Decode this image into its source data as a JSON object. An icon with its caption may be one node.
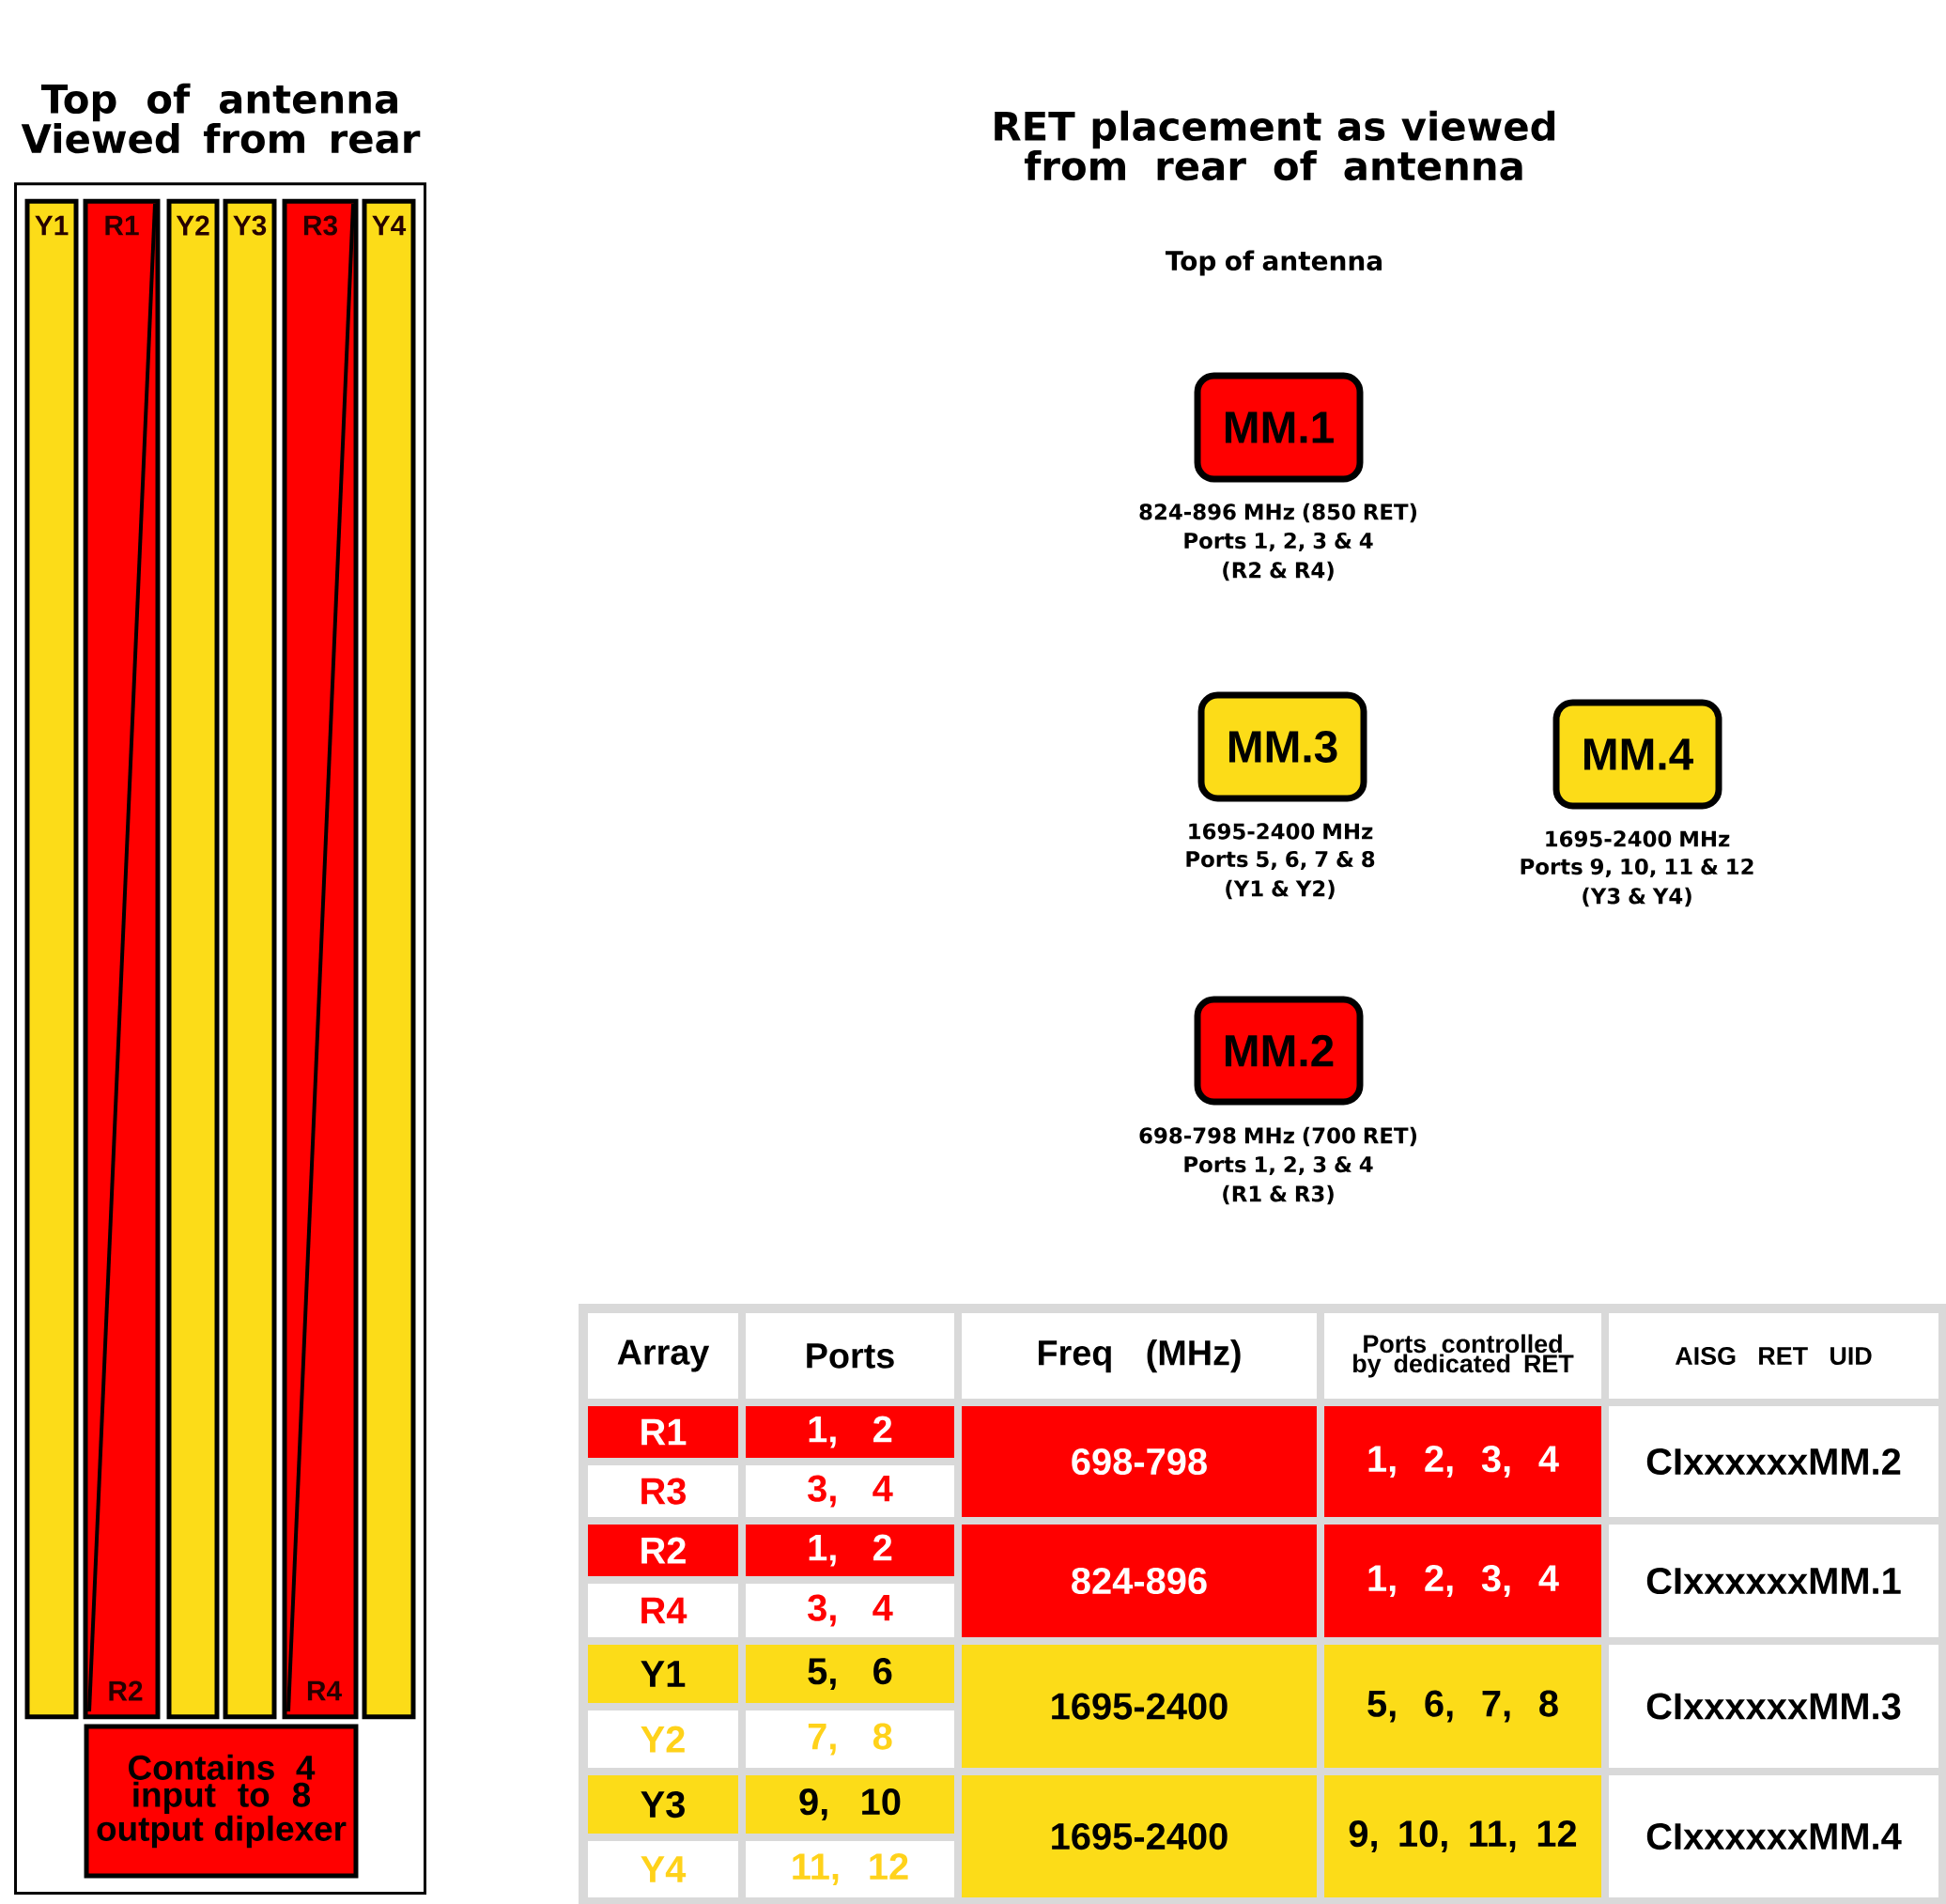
{
  "diagram": {
    "title": "RET placement as viewed from rear of antenna",
    "nodes": [
      {
        "text": [
          "Top of antenna Viewed from rear"
        ]
      },
      {
        "text": [
          "Y1"
        ],
        "in": 0
      },
      {
        "text": [
          "R1",
          "R2"
        ],
        "in": 0
      },
      {
        "text": [
          "Y2"
        ],
        "in": 0
      },
      {
        "text": [
          "Y3"
        ],
        "in": 0
      },
      {
        "text": [
          "R3",
          "R4"
        ],
        "in": 0
      },
      {
        "text": [
          "Y4"
        ],
        "in": 0
      },
      {
        "text": [
          "Contains 4 input to 8 output diplexer"
        ],
        "in": 0
      },
      {
        "text": [
          "MM.1"
        ],
        "beside": [
          "824-896 MHz (850 RET)",
          "Ports 1, 2, 3 & 4",
          "(R2 & R4)"
        ]
      },
      {
        "text": [
          "MM.3"
        ],
        "beside": [
          "1695-2400 MHz",
          "Ports 5, 6, 7 & 8",
          "(Y1 & Y2)"
        ]
      },
      {
        "text": [
          "MM.4"
        ],
        "beside": [
          "1695-2400 MHz",
          "Ports 9, 10, 11 & 12",
          "(Y3 & Y4)"
        ]
      },
      {
        "text": [
          "MM.2"
        ],
        "beside": [
          "698-798 MHz (700 RET)",
          "Ports 1, 2, 3 & 4",
          "(R1 & R3)"
        ]
      }
    ],
    "labels": [
      "Top of antenna",
      "Array",
      "Ports",
      "Freq (MHz)",
      "Ports controlled by dedicated RET",
      "AISG RET UID",
      "R1",
      "1, 2",
      "698-798",
      "1, 2, 3, 4",
      "CIxxxxxxMM.2",
      "R3",
      "3, 4",
      "R2",
      "1, 2",
      "824-896",
      "1, 2, 3, 4",
      "CIxxxxxxMM.1",
      "R4",
      "3, 4",
      "Y1",
      "5, 6",
      "1695-2400",
      "5, 6, 7, 8",
      "CIxxxxxxMM.3",
      "Y2",
      "7, 8",
      "Y3",
      "9, 10",
      "1695-2400",
      "9, 10, 11, 12",
      "CIxxxxxxMM.4",
      "Y4",
      "11, 12"
    ]
  }
}
